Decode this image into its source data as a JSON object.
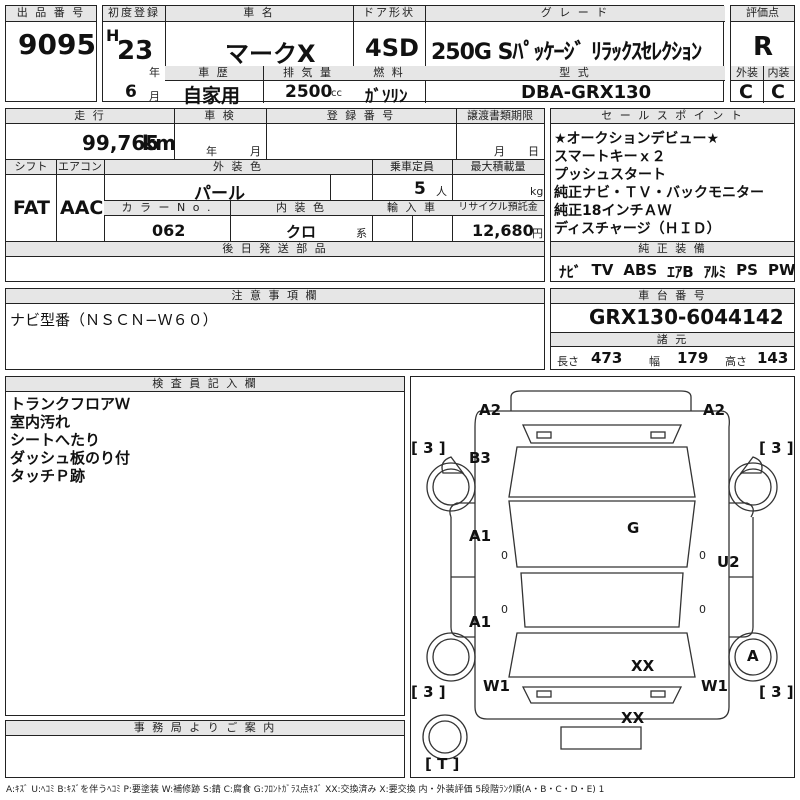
{
  "header": {
    "lot_no_label": "出 品 番 号",
    "lot_no": "9095",
    "first_reg_label": "初度登録",
    "era": "H",
    "year": "23",
    "year_unit": "年",
    "month": "6",
    "month_unit": "月",
    "car_name_label": "車 名",
    "car_name": "マークX",
    "door_label": "ドア形状",
    "door": "4SD",
    "grade_label": "グ レ ー ド",
    "grade": "250G Sﾊﾟｯｹｰｼﾞ ﾘﾗｯｸｽｾﾚｸｼｮﾝ",
    "score_label": "評価点",
    "score": "R",
    "history_label": "車 歴",
    "history": "自家用",
    "displacement_label": "排 気 量",
    "displacement": "2500",
    "displacement_unit": "cc",
    "fuel_label": "燃 料",
    "fuel": "ｶﾞｿﾘﾝ",
    "model_label": "型 式",
    "model": "DBA-GRX130",
    "ext_label": "外装",
    "ext_grade": "C",
    "int_label": "内装",
    "int_grade": "C"
  },
  "spec": {
    "mileage_label": "走 行",
    "mileage": "99,765",
    "mileage_unit": "km",
    "inspection_label": "車 検",
    "inspection_year_unit": "年",
    "inspection_month_unit": "月",
    "plate_label": "登 録 番 号",
    "transfer_label": "譲渡書類期限",
    "transfer_month_unit": "月",
    "transfer_day_unit": "日",
    "shift_label": "シフト",
    "shift": "FAT",
    "ac_label": "エアコン",
    "ac": "AAC",
    "exterior_color_label": "外 装 色",
    "exterior_color": "パール",
    "seats_label": "乗車定員",
    "seats": "5",
    "seats_unit": "人",
    "max_load_label": "最大積載量",
    "max_load_unit": "kg",
    "color_no_label": "カ ラ ー N o .",
    "color_no": "062",
    "interior_color_label": "内 装 色",
    "interior_color": "クロ",
    "interior_color_unit": "系",
    "import_label": "輸 入 車",
    "recycle_label": "リサイクル預託金",
    "recycle": "12,680",
    "recycle_unit": "円",
    "later_parts_label": "後 日 発 送 部 品"
  },
  "sales_points": {
    "label": "セ ー ル ス ポ イ ン ト",
    "items": [
      "★オークションデビュー★",
      "スマートキーｘ２",
      "プッシュスタート",
      "純正ナビ・ＴＶ・バックモニター",
      "純正18インチＡＷ",
      "ディスチャージ（ＨＩＤ）"
    ]
  },
  "equipment": {
    "label": "純 正 装 備",
    "items": [
      "ﾅﾋﾞ",
      "TV",
      "ABS",
      "ｴｱB",
      "ｱﾙﾐ",
      "PS",
      "PW"
    ]
  },
  "notes": {
    "label": "注 意 事 項 欄",
    "text": "ナビ型番（ＮＳＣＮ−Ｗ６０）"
  },
  "chassis": {
    "label": "車 台 番 号",
    "number": "GRX130-6044142",
    "dims_label": "諸 元",
    "length_label": "長さ",
    "length": "473",
    "width_label": "幅",
    "width": "179",
    "height_label": "高さ",
    "height": "143"
  },
  "inspector": {
    "label": "検 査 員 記 入 欄",
    "items": [
      "トランクフロアＷ",
      "室内汚れ",
      "シートへたり",
      "ダッシュ板のり付",
      "タッチＰ跡"
    ]
  },
  "office": {
    "label": "事 務 局 よ り ご 案 内"
  },
  "damage": {
    "front_left": "A2",
    "front_right": "A2",
    "front_fender": "B3",
    "roof": "G",
    "front_door_left": "A1",
    "front_door_right": "U2",
    "rear_door_left": "A1",
    "rear_glass": "XX",
    "rear_right_wheel": "A",
    "rear_left": "W1",
    "rear_right": "W1",
    "trunk": "XX",
    "tire_fl": "[ 3 ]",
    "tire_fr": "[ 3 ]",
    "tire_rl": "[ 3 ]",
    "tire_rr": "[ 3 ]",
    "spare": "[ T ]",
    "mark_zero_a": "0",
    "mark_zero_b": "0",
    "mark_zero_c": "0",
    "mark_zero_d": "0"
  },
  "legend": "A:ｷｽﾞ U:ﾍｺﾐ B:ｷｽﾞを伴うﾍｺﾐ P:要塗装 W:補修跡 S:錆 C:腐食 G:ﾌﾛﾝﾄｶﾞﾗｽ点ｷｽﾞ XX:交換済み X:要交換 内・外装評価 5段階ﾗﾝｸ順(A・B・C・D・E) 1"
}
